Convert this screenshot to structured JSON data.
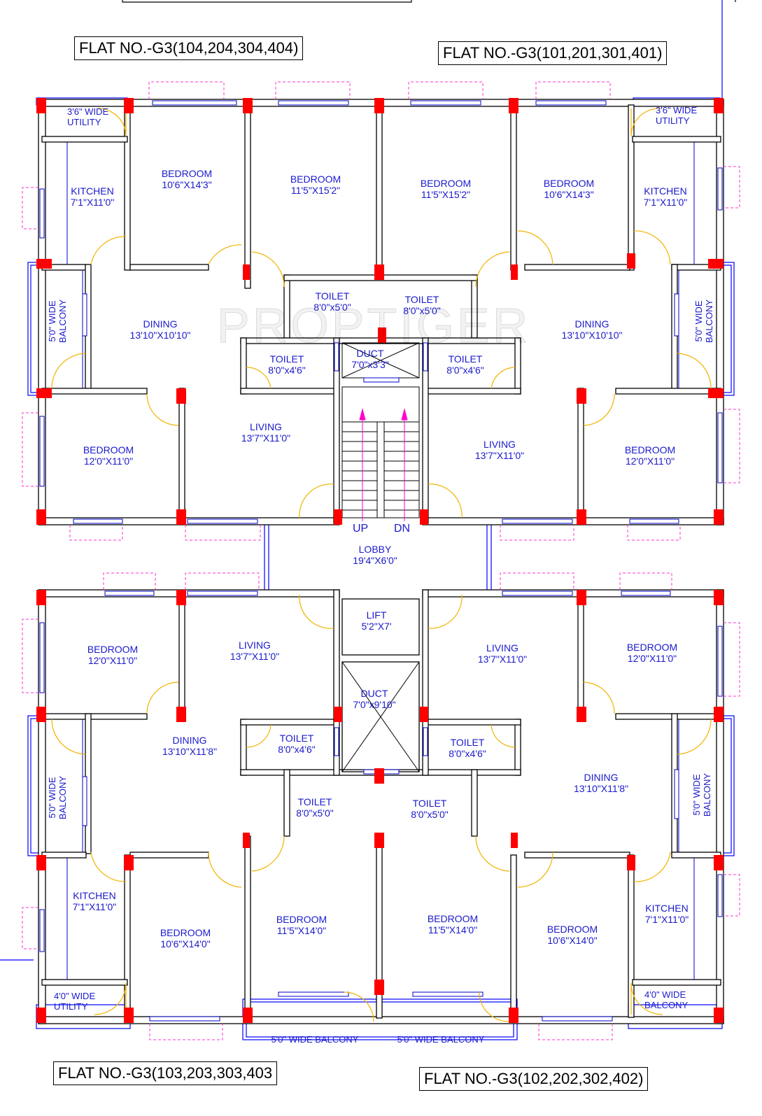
{
  "flat_titles": {
    "top_left": "FLAT NO.-G3(104,204,304,404)",
    "top_right": "FLAT NO.-G3(101,201,301,401)",
    "bottom_left": "FLAT NO.-G3(103,203,303,403",
    "bottom_right": "FLAT NO.-G3(102,202,302,402)"
  },
  "watermark": "PROPTIGER",
  "rooms": {
    "tl_utility": {
      "name": "3'6\" WIDE",
      "dim": "UTILITY"
    },
    "tl_kitchen": {
      "name": "KITCHEN",
      "dim": "7'1\"X11'0\""
    },
    "tl_bedroom1": {
      "name": "BEDROOM",
      "dim": "10'6\"X14'3\""
    },
    "tl_bedroom2": {
      "name": "BEDROOM",
      "dim": "11'5\"X15'2\""
    },
    "tl_toilet_upper": {
      "name": "TOILET",
      "dim": "8'0\"x5'0\""
    },
    "tl_dining": {
      "name": "DINING",
      "dim": "13'10\"X10'10\""
    },
    "tl_toilet_lower": {
      "name": "TOILET",
      "dim": "8'0\"x4'6\""
    },
    "tl_bedroom3": {
      "name": "BEDROOM",
      "dim": "12'0\"X11'0\""
    },
    "tl_living": {
      "name": "LIVING",
      "dim": "13'7\"X11'0\""
    },
    "tl_balcony": {
      "name": "5'0\" WIDE",
      "dim": "BALCONY"
    },
    "tr_utility": {
      "name": "3'6\" WIDE",
      "dim": "UTILITY"
    },
    "tr_kitchen": {
      "name": "KITCHEN",
      "dim": "7'1\"X11'0\""
    },
    "tr_bedroom1": {
      "name": "BEDROOM",
      "dim": "10'6\"X14'3\""
    },
    "tr_bedroom2": {
      "name": "BEDROOM",
      "dim": "11'5\"X15'2\""
    },
    "tr_toilet_upper": {
      "name": "TOILET",
      "dim": "8'0\"x5'0\""
    },
    "tr_dining": {
      "name": "DINING",
      "dim": "13'10\"X10'10\""
    },
    "tr_toilet_lower": {
      "name": "TOILET",
      "dim": "8'0\"x4'6\""
    },
    "tr_bedroom3": {
      "name": "BEDROOM",
      "dim": "12'0\"X11'0\""
    },
    "tr_living": {
      "name": "LIVING",
      "dim": "13'7\"X11'0\""
    },
    "tr_balcony": {
      "name": "5'0\" WIDE",
      "dim": "BALCONY"
    },
    "duct_top": {
      "name": "DUCT",
      "dim": "7'0\"x3'3\""
    },
    "stair_up": "UP",
    "stair_dn": "DN",
    "lobby": {
      "name": "LOBBY",
      "dim": "19'4\"X6'0\""
    },
    "lift": {
      "name": "LIFT",
      "dim": "5'2\"X7'"
    },
    "duct_bottom": {
      "name": "DUCT",
      "dim": "7'0\"x9'10\""
    },
    "bl_bedroom3": {
      "name": "BEDROOM",
      "dim": "12'0\"X11'0\""
    },
    "bl_living": {
      "name": "LIVING",
      "dim": "13'7\"X11'0\""
    },
    "bl_dining": {
      "name": "DINING",
      "dim": "13'10\"X11'8\""
    },
    "bl_toilet_lower": {
      "name": "TOILET",
      "dim": "8'0\"x4'6\""
    },
    "bl_toilet_upper": {
      "name": "TOILET",
      "dim": "8'0\"x5'0\""
    },
    "bl_balcony": {
      "name": "5'0\" WIDE",
      "dim": "BALCONY"
    },
    "bl_kitchen": {
      "name": "KITCHEN",
      "dim": "7'1\"X11'0\""
    },
    "bl_bedroom1": {
      "name": "BEDROOM",
      "dim": "10'6\"X14'0\""
    },
    "bl_bedroom2": {
      "name": "BEDROOM",
      "dim": "11'5\"X14'0\""
    },
    "bl_utility": {
      "name": "4'0\" WIDE",
      "dim": "UTILITY"
    },
    "bl_front_balcony": "5'0\" WIDE BALCONY",
    "br_bedroom3": {
      "name": "BEDROOM",
      "dim": "12'0\"X11'0\""
    },
    "br_living": {
      "name": "LIVING",
      "dim": "13'7\"X11'0\""
    },
    "br_dining": {
      "name": "DINING",
      "dim": "13'10\"X11'8\""
    },
    "br_toilet_lower": {
      "name": "TOILET",
      "dim": "8'0\"x4'6\""
    },
    "br_toilet_upper": {
      "name": "TOILET",
      "dim": "8'0\"x5'0\""
    },
    "br_balcony": {
      "name": "5'0\" WIDE",
      "dim": "BALCONY"
    },
    "br_kitchen": {
      "name": "KITCHEN",
      "dim": "7'1\"X11'0\""
    },
    "br_bedroom1": {
      "name": "BEDROOM",
      "dim": "10'6\"X14'0\""
    },
    "br_bedroom2": {
      "name": "BEDROOM",
      "dim": "11'5\"X14'0\""
    },
    "br_balcony_small": {
      "name": "4'0\" WIDE",
      "dim": "BALCONY"
    },
    "br_front_balcony": "5'0\" WIDE BALCONY"
  },
  "colors": {
    "wall": "#000000",
    "wall_fill": "#ffffff",
    "column": "#ff0000",
    "label": "#1a1acc",
    "door_swing": "#f0b400",
    "window_outline": "#ff33cc",
    "balcony_line": "#0000ff",
    "stair_arrow": "#ff00cc"
  }
}
